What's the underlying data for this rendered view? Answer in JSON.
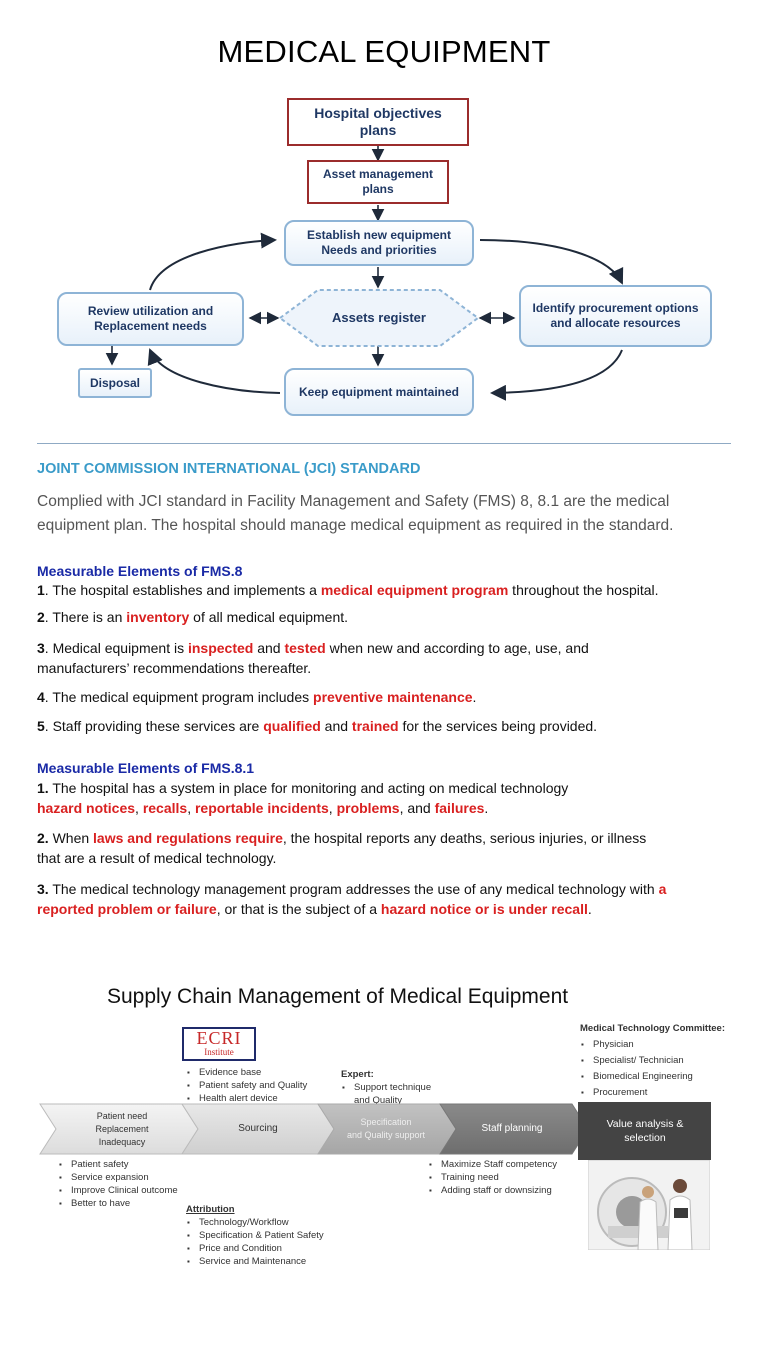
{
  "title": "MEDICAL EQUIPMENT",
  "diagram": {
    "hospital_objectives": "Hospital objectives plans",
    "asset_management": "Asset management plans",
    "establish": "Establish new equipment Needs and priorities",
    "review": "Review utilization and Replacement needs",
    "assets_register": "Assets register",
    "identify": "Identify procurement options and allocate resources",
    "disposal": "Disposal",
    "keep_maintained": "Keep equipment maintained"
  },
  "jci": {
    "heading": "JOINT COMMISSION INTERNATIONAL (JCI) STANDARD",
    "intro": "Complied with JCI standard in Facility Management and Safety (FMS) 8, 8.1 are the medical equipment plan. The hospital should manage medical equipment as required in the standard."
  },
  "fms8": {
    "title": "Measurable Elements of FMS.8",
    "i1": {
      "num": "1",
      "a": ". The hospital establishes and implements a ",
      "r1": "medical equipment program",
      "b": " throughout the hospital."
    },
    "i2": {
      "num": "2",
      "a": ". There is an ",
      "r1": "inventory",
      "b": " of all medical equipment."
    },
    "i3": {
      "num": "3",
      "a": ". Medical equipment is ",
      "r1": "inspected",
      "b": " and ",
      "r2": "tested",
      "c": " when new and according to age, use, and manufacturers’ recommendations thereafter."
    },
    "i4": {
      "num": "4",
      "a": ". The medical equipment program includes ",
      "r1": "preventive maintenance",
      "b": "."
    },
    "i5": {
      "num": "5",
      "a": ". Staff providing these services are ",
      "r1": "qualified",
      "b": " and ",
      "r2": "trained",
      "c": " for the services being provided."
    }
  },
  "fms81": {
    "title": "Measurable Elements of FMS.8.1",
    "i1": {
      "num": "1.",
      "a": " The hospital has a system in place for monitoring and acting on medical technology",
      "r1": "hazard notices",
      "s1": ", ",
      "r2": "recalls",
      "s2": ", ",
      "r3": "reportable incidents",
      "s3": ", ",
      "r4": "problems",
      "s4": ", and ",
      "r5": "failures",
      "s5": "."
    },
    "i2": {
      "num": "2.",
      "a": " When ",
      "r1": "laws and regulations require",
      "b": ", the hospital reports any deaths, serious injuries, or illness that are a result of medical technology."
    },
    "i3": {
      "num": "3.",
      "a": " The medical technology management program addresses the use of any medical technology with ",
      "r1": "a reported problem or failure",
      "b": ", or that is the subject of a ",
      "r2": "hazard notice or is under recall",
      "c": "."
    }
  },
  "supply_chain": {
    "title": "Supply Chain Management of Medical Equipment",
    "ecri_logo": "ECRI",
    "ecri_sub": "Institute",
    "ecri_bullets": [
      "Evidence base",
      "Patient safety and Quality",
      "Health alert device"
    ],
    "expert_title": "Expert:",
    "expert_bullets": [
      "Support  technique and Quality Information"
    ],
    "committee_title": "Medical Technology Committee:",
    "committee_bullets": [
      "Physician",
      "Specialist/ Technician",
      "Biomedical Engineering",
      "Procurement"
    ],
    "chevrons": {
      "patient_need": "Patient need",
      "replacement": "Replacement",
      "inadequacy": "Inadequacy",
      "sourcing": "Sourcing",
      "specification": "Specification",
      "quality_support": "and Quality support",
      "staff_planning": "Staff planning",
      "value_analysis": "Value analysis & selection"
    },
    "need_bullets": [
      "Patient safety",
      "Service expansion",
      "Improve Clinical outcome",
      "Better to have"
    ],
    "staff_bullets": [
      "Maximize  Staff competency",
      "Training need",
      "Adding staff or downsizing"
    ],
    "attribution_title": "Attribution",
    "attribution_bullets": [
      "Technology/Workflow",
      "Specification & Patient Safety",
      "Price and Condition",
      "Service and Maintenance"
    ]
  },
  "colors": {
    "red": "#d92020",
    "heading_blue": "#3a9bc9",
    "me_blue": "#1a2aa6",
    "box_red": "#9b2c2c",
    "box_blue": "#8eb4d6"
  }
}
